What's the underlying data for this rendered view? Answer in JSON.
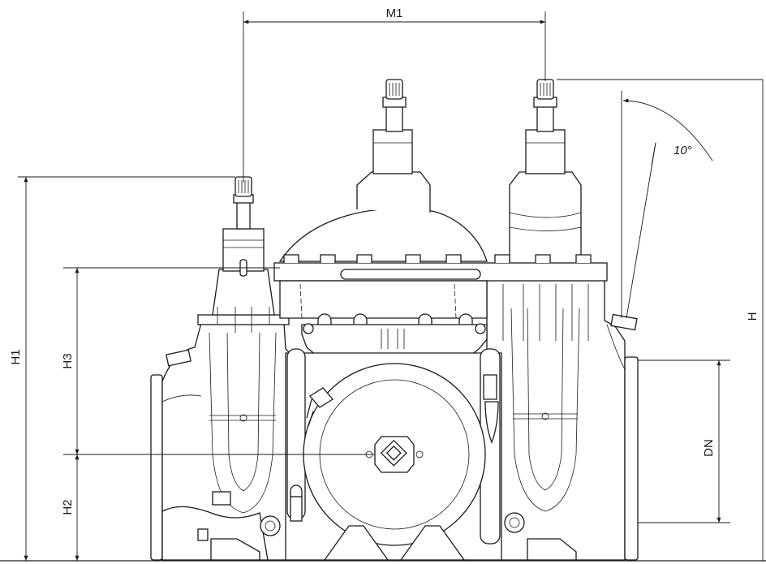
{
  "dimensions": {
    "m1": "M1",
    "h": "H",
    "h1": "H1",
    "h2": "H2",
    "h3": "H3",
    "dn": "DN",
    "angle": "10°"
  }
}
